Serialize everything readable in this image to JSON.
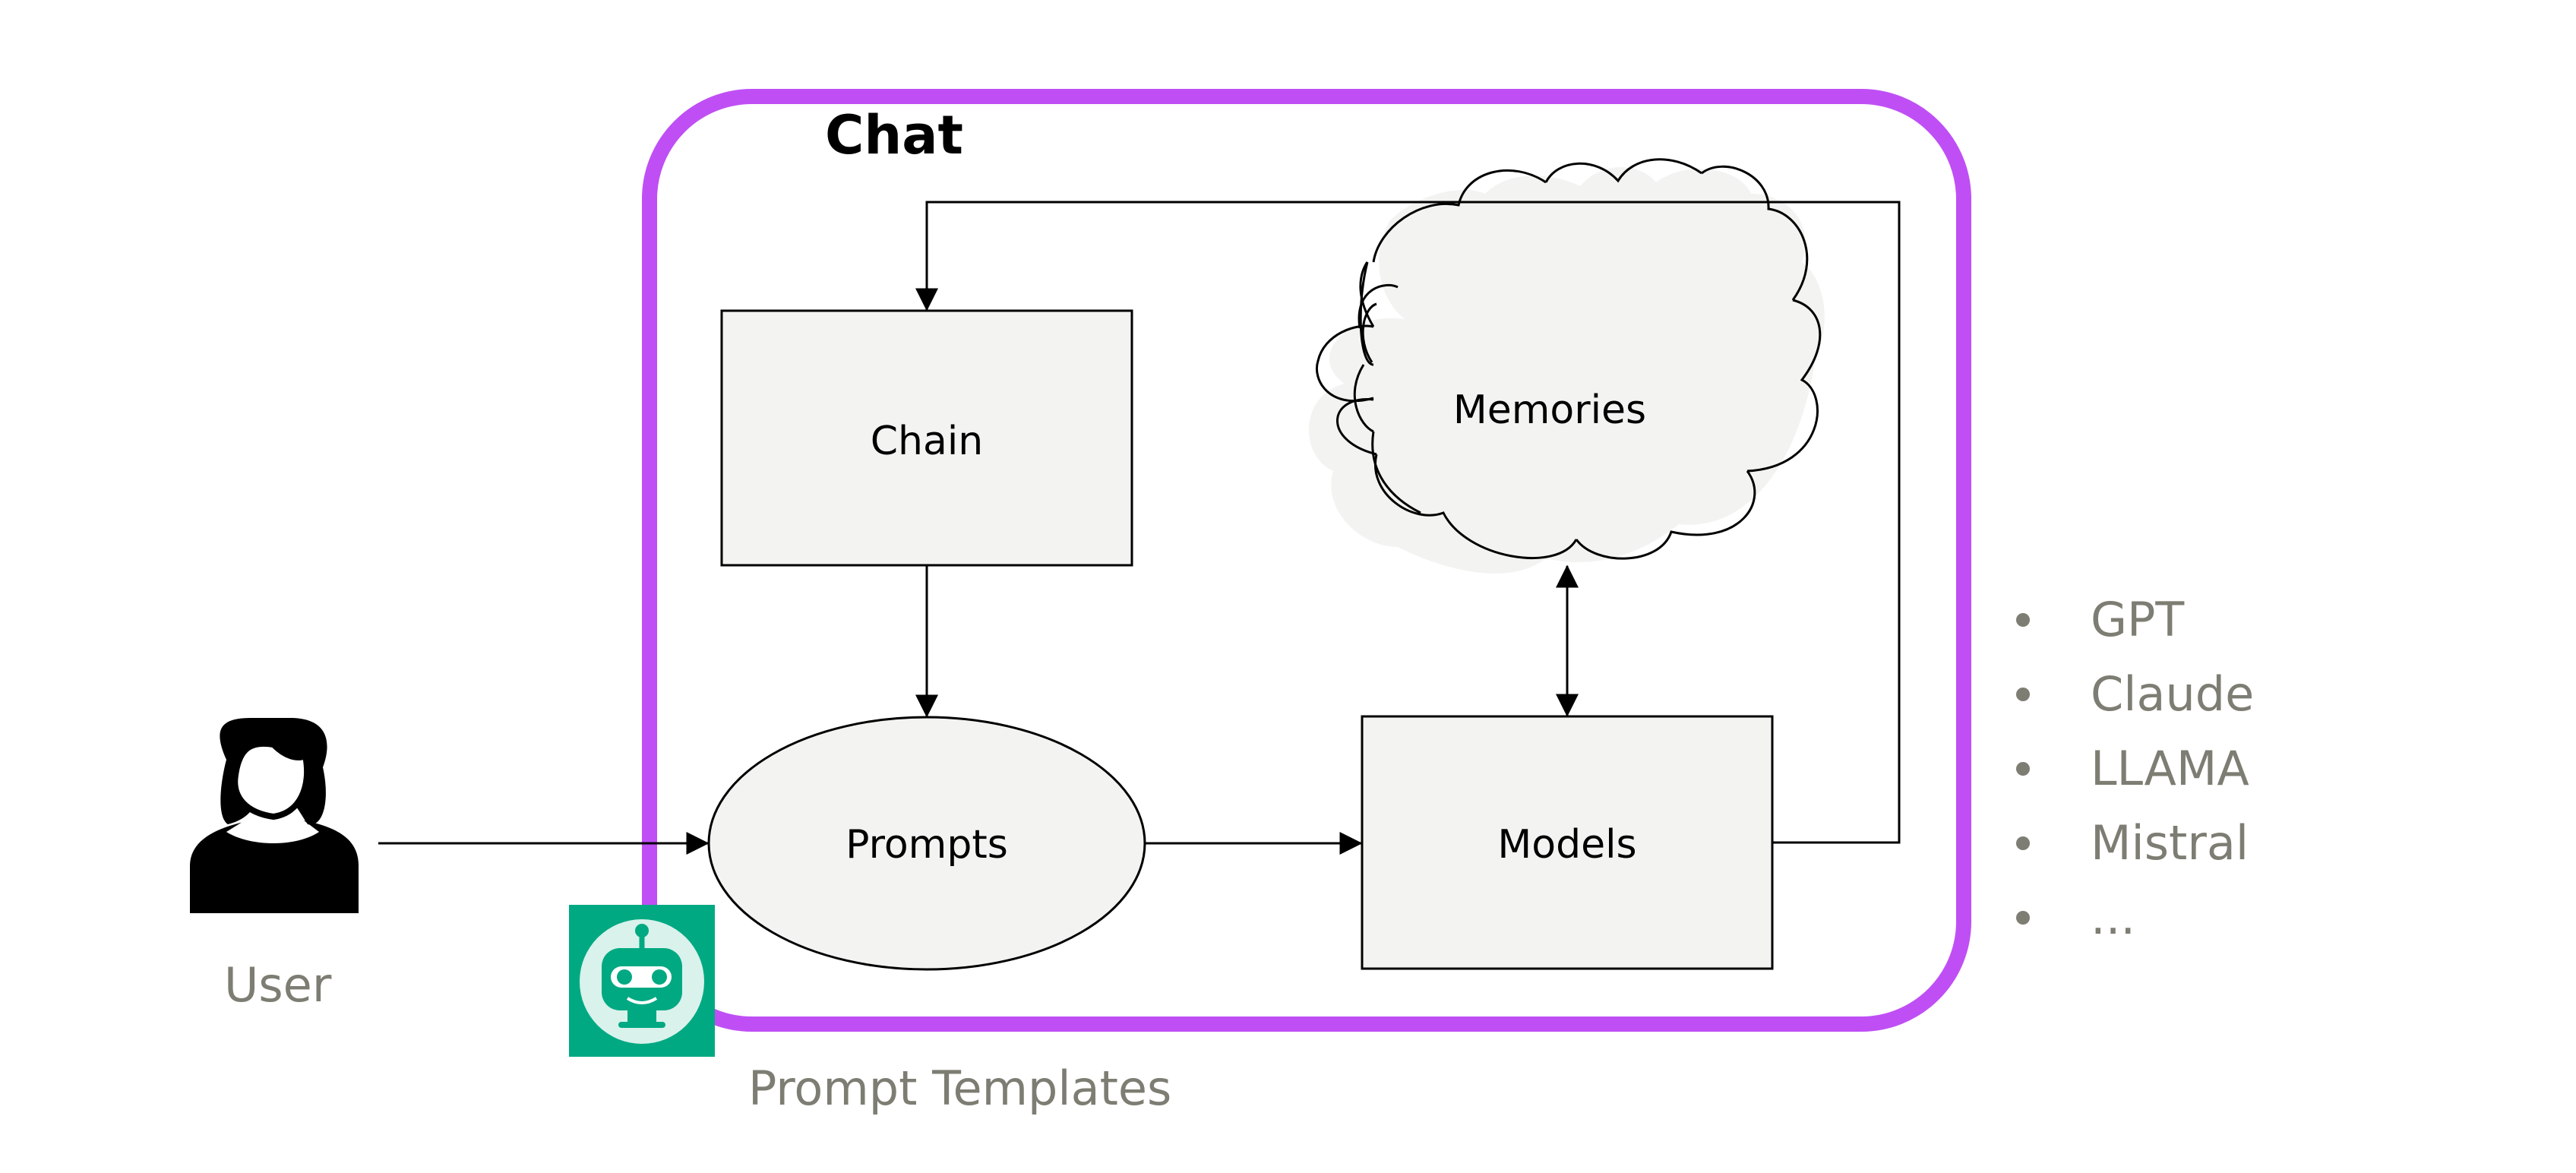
{
  "title": "Chat",
  "nodes": {
    "chain": "Chain",
    "memories": "Memories",
    "prompts": "Prompts",
    "models": "Models"
  },
  "user_label": "User",
  "prompt_templates_label": "Prompt Templates",
  "model_list": [
    "GPT",
    "Claude",
    "LLAMA",
    "Mistral",
    "..."
  ],
  "colors": {
    "chat_border": "#bf4ff5",
    "node_fill": "#f3f3f1",
    "robot_badge": "#01a982",
    "muted_text": "#7d7d73"
  },
  "icons": {
    "user": "user-woman-icon",
    "robot": "robot-icon"
  }
}
